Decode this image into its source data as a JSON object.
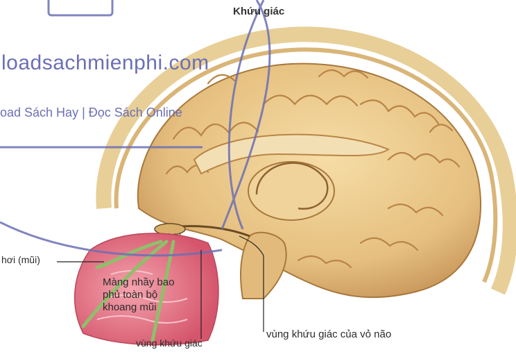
{
  "diagram": {
    "title": "Khứu giác",
    "watermark": {
      "site": "loadsachmienphi.com",
      "tagline": "oad Sách Hay | Đọc Sách Online"
    },
    "labels": {
      "nose_air": "hơi (mũi)",
      "mucosa_line1": "Màng nhầy bao",
      "mucosa_line2": "phủ toàn bộ",
      "mucosa_line3": "khoang mũi",
      "olfactory_region": "vùng khứu giác",
      "olfactory_cortex": "vùng khứu giác của vỏ não"
    },
    "colors": {
      "brain": "#e9c98c",
      "brain_shadow": "#b8894a",
      "skull": "#f1dca6",
      "nasal_tissue": "#e06b7e",
      "nerve": "#8fbf6a",
      "watermark": "#6b6fb5"
    }
  }
}
